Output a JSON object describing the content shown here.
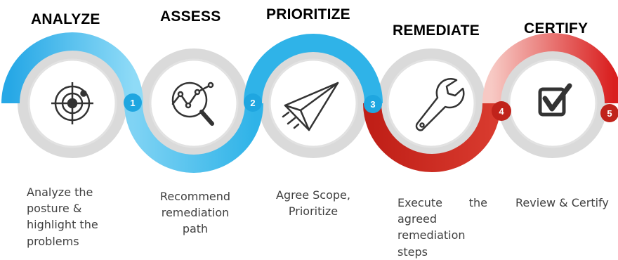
{
  "steps": [
    {
      "number": "1",
      "title": "ANALYZE",
      "icon": "radar-target-icon",
      "ring_color": "#2FB3E8",
      "lines": [
        "Analyze the",
        "posture &",
        "highlight the",
        "problems"
      ]
    },
    {
      "number": "2",
      "title": "ASSESS",
      "icon": "magnifier-trend-chart-icon",
      "ring_color": "#2FB3E8",
      "lines": [
        "Recommend",
        "remediation",
        "path"
      ]
    },
    {
      "number": "3",
      "title": "PRIORITIZE",
      "icon": "paper-plane-icon",
      "ring_color": "#2FB3E8",
      "lines": [
        "Agree Scope,",
        "Prioritize"
      ]
    },
    {
      "number": "4",
      "title": "REMEDIATE",
      "icon": "wrench-icon",
      "ring_color": "#C8241B",
      "lines": [
        "Execute",
        "the",
        "agreed",
        "remediation",
        "steps"
      ]
    },
    {
      "number": "5",
      "title": "CERTIFY",
      "icon": "checkbox-checked-icon",
      "ring_color": "#D72B1F",
      "lines": [
        "Review & Certify"
      ]
    }
  ],
  "colors": {
    "blue": "#2FB3E8",
    "red": "#C8241B",
    "gray_ring": "#D9D9D9",
    "icon": "#333333"
  }
}
